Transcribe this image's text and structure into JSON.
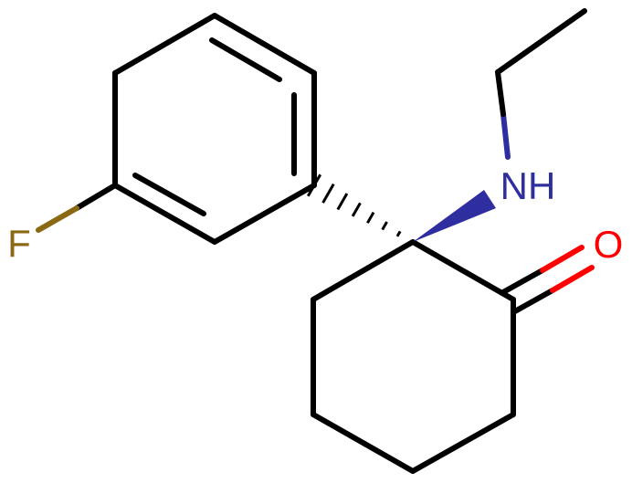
{
  "molecule": {
    "atoms": {
      "fluorine": {
        "label": "F",
        "color": "#8b6914"
      },
      "nitrogen": {
        "label": "NH",
        "color": "#2e2ea0"
      },
      "oxygen": {
        "label": "O",
        "color": "#ff0000"
      }
    },
    "bond_color": "#000000"
  }
}
